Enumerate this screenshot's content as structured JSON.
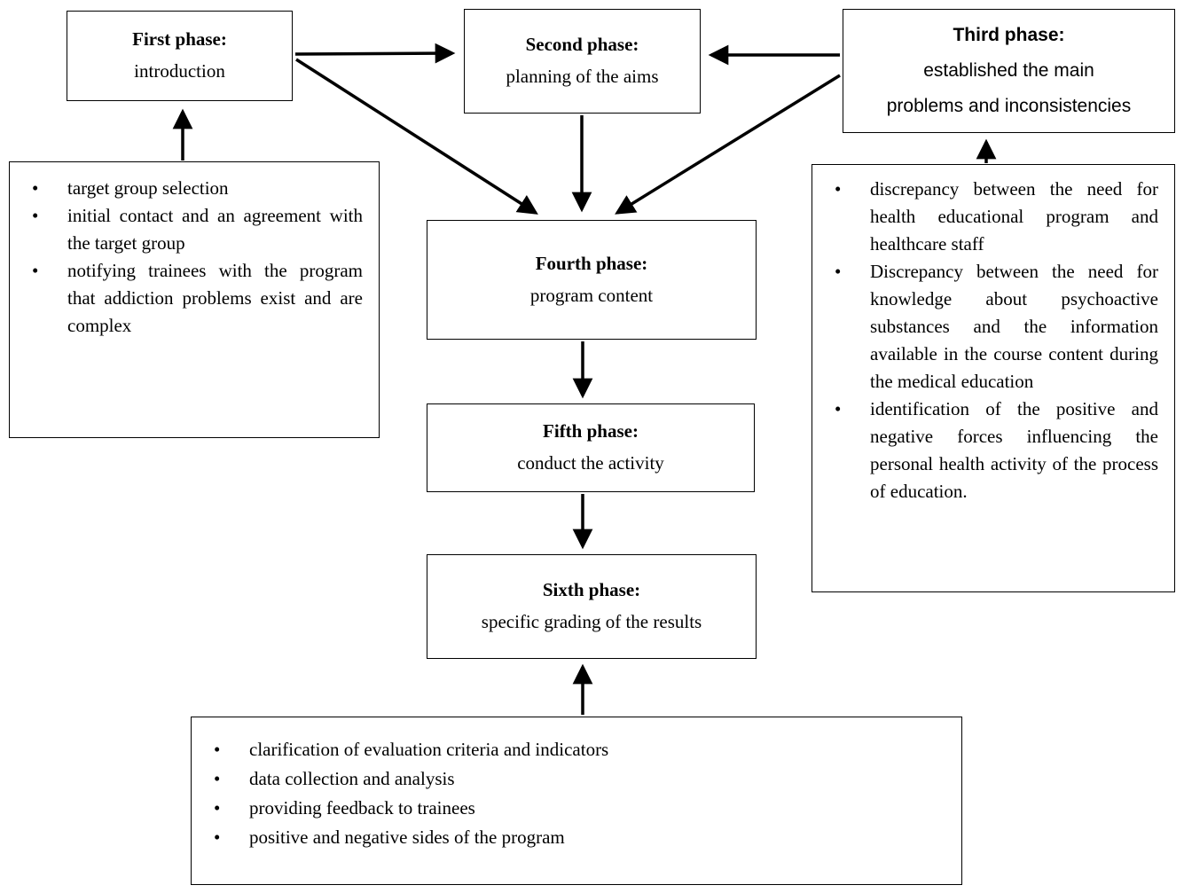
{
  "glyphs": {
    "bullet": "•"
  },
  "phases": {
    "first": {
      "title": "First phase:",
      "subtitle": "introduction"
    },
    "second": {
      "title": "Second phase:",
      "subtitle": "planning of the aims"
    },
    "third": {
      "title": "Third phase:",
      "lines": [
        "established the main",
        "problems and inconsistencies"
      ]
    },
    "fourth": {
      "title": "Fourth phase:",
      "subtitle": "program content"
    },
    "fifth": {
      "title": "Fifth phase:",
      "subtitle": "conduct the activity"
    },
    "sixth": {
      "title": "Sixth phase:",
      "subtitle": "specific grading of the results"
    }
  },
  "left_list": {
    "items": [
      "target group selection",
      "initial contact and an agreement with the target group",
      "notifying trainees with the program that addiction problems exist and are complex"
    ]
  },
  "right_list": {
    "items": [
      "discrepancy between the need for health educational program and healthcare staff",
      "Discrepancy between the need for knowledge about psychoactive substances and the information available in the course content during the medical education",
      "identification of the positive and negative forces influencing the personal health activity of the process of education."
    ]
  },
  "bottom_list": {
    "items": [
      "clarification of evaluation criteria and indicators",
      "data collection and analysis",
      "providing feedback to trainees",
      "positive and negative sides of the program"
    ]
  }
}
